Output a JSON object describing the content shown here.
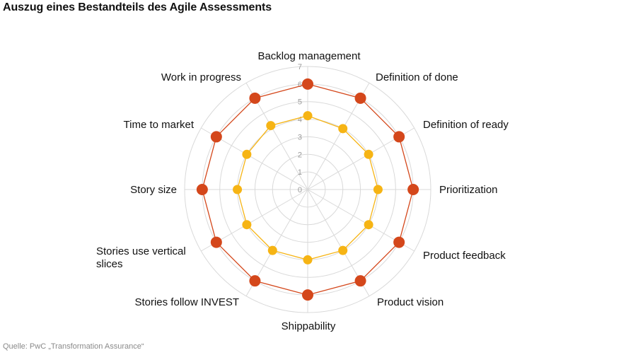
{
  "title": "Auszug eines Bestandteils des Agile Assessments",
  "source": "Quelle: PwC „Transformation Assurance“",
  "colors": {
    "outer_series": "#d4471b",
    "inner_series": "#f6b414",
    "grid": "#d9d9d9",
    "tick_text": "#9a9a9a"
  },
  "chart_data": {
    "type": "radar",
    "title": "Auszug eines Bestandteils des Agile Assessments",
    "grid": true,
    "rlim": [
      0,
      7
    ],
    "ticks": [
      "0",
      "1",
      "2",
      "3",
      "4",
      "5",
      "6",
      "7"
    ],
    "categories": [
      "Backlog management",
      "Definition of done",
      "Definition of ready",
      "Prioritization",
      "Product feedback",
      "Product vision",
      "Shippability",
      "Stories follow INVEST",
      "Stories use vertical slices",
      "Story size",
      "Time to market",
      "Work in progress"
    ],
    "series": [
      {
        "color": "#d4471b",
        "values": [
          6,
          6,
          6,
          6,
          6,
          6,
          6,
          6,
          6,
          6,
          6,
          6
        ]
      },
      {
        "color": "#f6b414",
        "values": [
          4.2,
          4,
          4,
          4,
          4,
          4,
          4,
          4,
          4,
          4,
          4,
          4.2
        ]
      }
    ]
  }
}
